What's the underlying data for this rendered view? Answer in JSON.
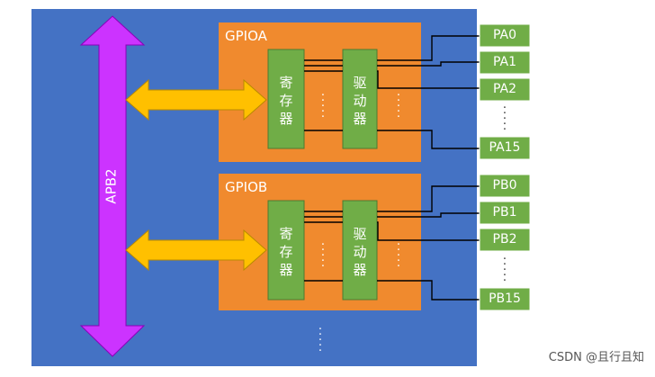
{
  "apb_label": "APB2",
  "gpio_a": {
    "title": "GPIOA",
    "register_label": [
      "寄",
      "存",
      "器"
    ],
    "driver_label": [
      "驱",
      "动",
      "器"
    ],
    "pins": [
      "PA0",
      "PA1",
      "PA2",
      "PA15"
    ]
  },
  "gpio_b": {
    "title": "GPIOB",
    "register_label": [
      "寄",
      "存",
      "器"
    ],
    "driver_label": [
      "驱",
      "动",
      "器"
    ],
    "pins": [
      "PB0",
      "PB1",
      "PB2",
      "PB15"
    ]
  },
  "watermark": "CSDN @且行且知",
  "colors": {
    "chip": "#4472C4",
    "gpio_block": "#F08A2E",
    "register_block": "#70AD47",
    "pin_box": "#70AD47",
    "bus": "#CC33FF",
    "arrow": "#FFC000",
    "wire": "#000000"
  }
}
